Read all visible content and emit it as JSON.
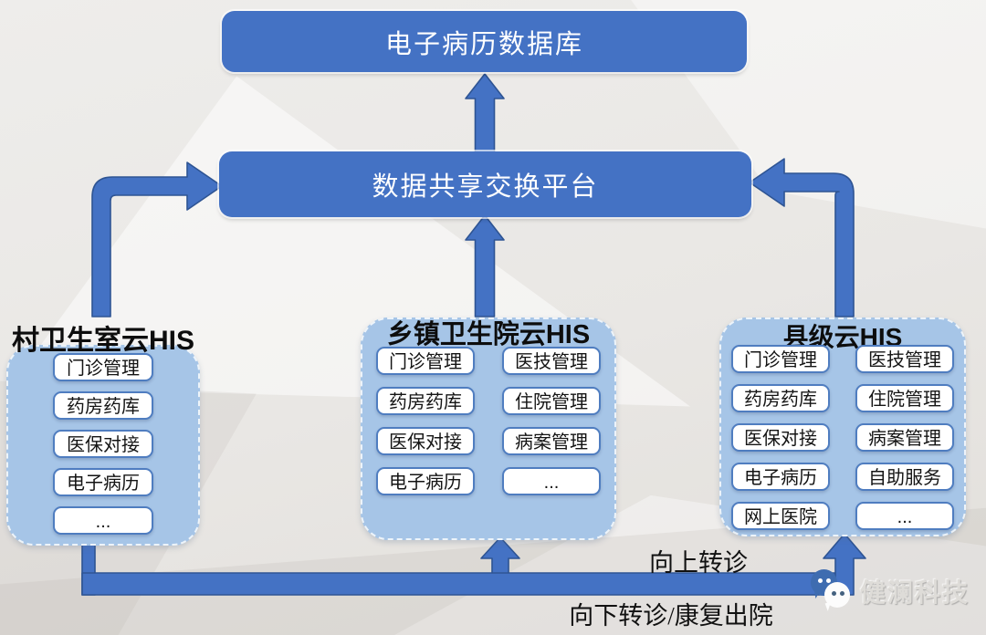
{
  "top_box": {
    "label": "电子病历数据库"
  },
  "platform_box": {
    "label": "数据共享交换平台"
  },
  "groups": [
    {
      "title": "村卫生室云HIS",
      "items": [
        "门诊管理",
        "药房药库",
        "医保对接",
        "电子病历",
        "..."
      ]
    },
    {
      "title": "乡镇卫生院云HIS",
      "items": [
        "门诊管理",
        "医技管理",
        "药房药库",
        "住院管理",
        "医保对接",
        "病案管理",
        "电子病历",
        "..."
      ]
    },
    {
      "title": "县级云HIS",
      "items": [
        "门诊管理",
        "医技管理",
        "药房药库",
        "住院管理",
        "医保对接",
        "病案管理",
        "电子病历",
        "自助服务",
        "网上医院",
        "..."
      ]
    }
  ],
  "flow_labels": {
    "referral_up": "向上转诊",
    "referral_down": "向下转诊/康复出院"
  },
  "watermark": {
    "brand": "健澜科技",
    "icon": "wechat-icon"
  },
  "colors": {
    "node_blue": "#4472c4",
    "arrow_stroke": "#2e5493",
    "panel_blue": "#a6c5e7",
    "item_border": "#4f7dc0",
    "background": "#e9e7e4",
    "watermark_text": "#dedcd8"
  }
}
